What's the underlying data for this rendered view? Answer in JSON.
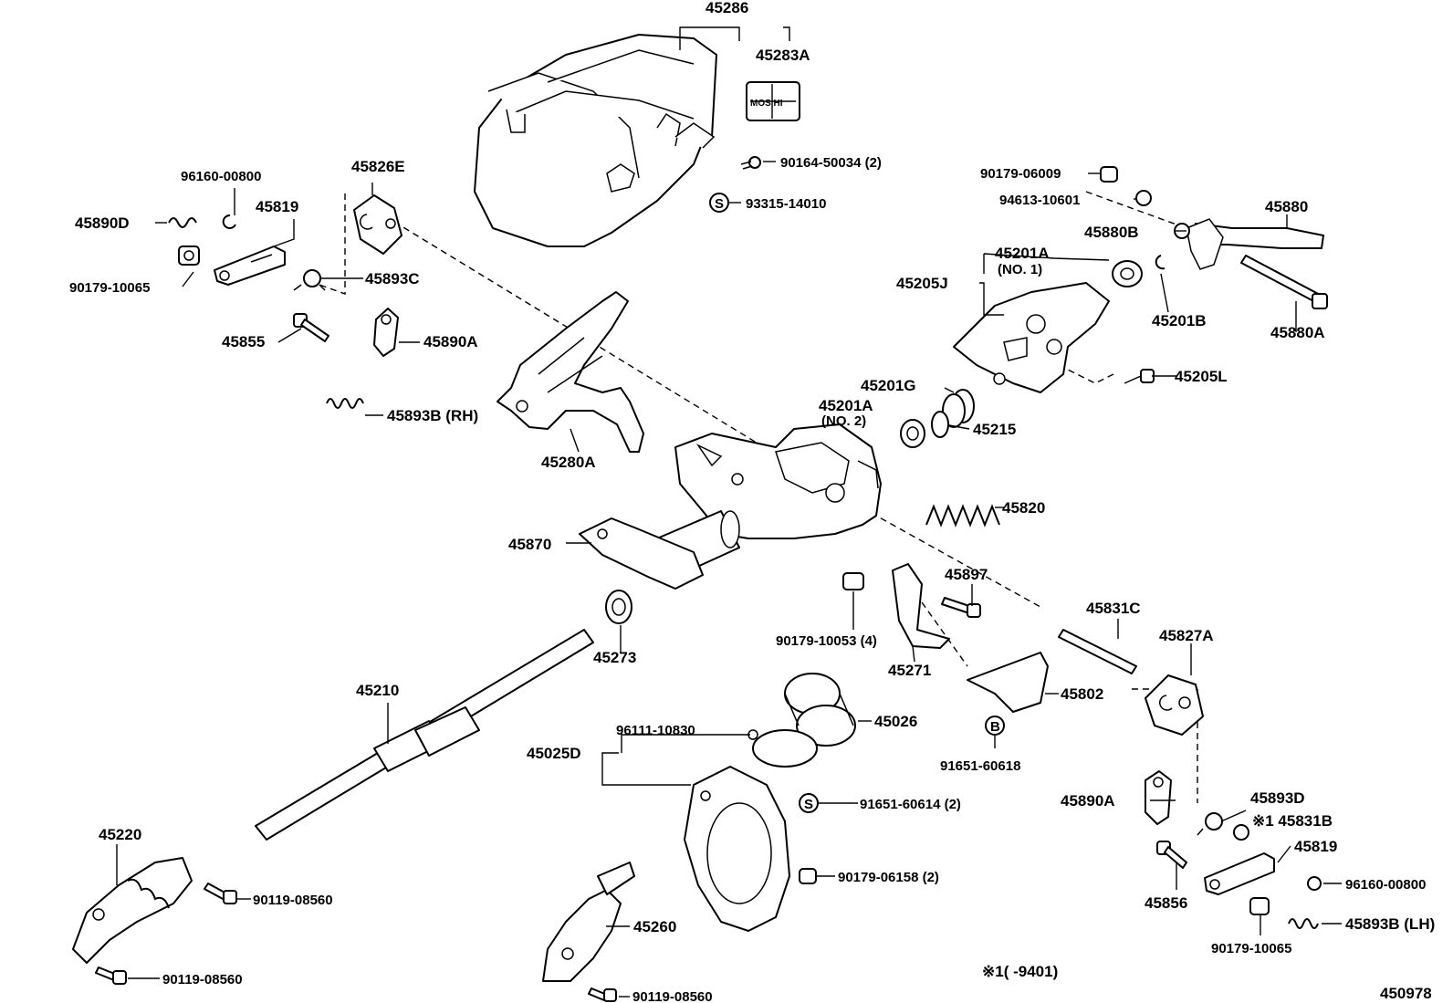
{
  "labels": {
    "p45286": "45286",
    "p45283A": "45283A",
    "p90164": "90164-50034 (2)",
    "p93315": "93315-14010",
    "p96160_top": "96160-00800",
    "p45826E": "45826E",
    "p45819_top": "45819",
    "p45890D": "45890D",
    "p90179_10065_top": "90179-10065",
    "p45893C": "45893C",
    "p45855": "45855",
    "p45890A": "45890A",
    "p45893B_RH": "45893B (RH)",
    "p45280A": "45280A",
    "p90179_06009": "90179-06009",
    "p94613": "94613-10601",
    "p45880": "45880",
    "p45880B": "45880B",
    "p45201A_no1": "45201A",
    "p45201A_no1_sub": "(NO. 1)",
    "p45205J": "45205J",
    "p45201B": "45201B",
    "p45880A": "45880A",
    "p45205L": "45205L",
    "p45201G": "45201G",
    "p45201A_no2": "45201A",
    "p45201A_no2_sub": "(NO. 2)",
    "p45215": "45215",
    "p45820": "45820",
    "p45870": "45870",
    "p45897": "45897",
    "p90179_10053": "90179-10053 (4)",
    "p45831C": "45831C",
    "p45273": "45273",
    "p45271": "45271",
    "p45827A": "45827A",
    "p45802": "45802",
    "p45210": "45210",
    "p96111": "96111-10830",
    "p45026": "45026",
    "p45025D": "45025D",
    "p91651_60618": "91651-60618",
    "p91651_60614": "91651-60614 (2)",
    "p45890A_r": "45890A",
    "p45893D": "45893D",
    "p45831B": "※1 45831B",
    "p45819_r": "45819",
    "p45220": "45220",
    "p90119_a": "90119-08560",
    "p90179_06158": "90179-06158 (2)",
    "p96160_r": "96160-00800",
    "p45856": "45856",
    "p45893B_LH": "45893B (LH)",
    "p45260": "45260",
    "p90179_10065_r": "90179-10065",
    "p90119_b": "90119-08560",
    "p90119_c": "90119-08560",
    "footnote": "※1(      -9401)",
    "diagram_code": "450978",
    "marker_s1": "S",
    "marker_s2": "S",
    "marker_b": "B",
    "decal": "MOS  HI"
  }
}
